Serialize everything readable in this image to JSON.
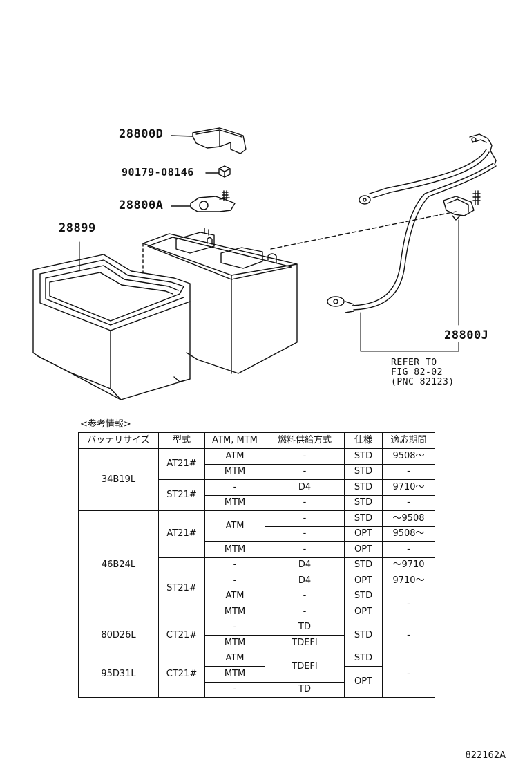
{
  "labels": {
    "p28800D": "28800D",
    "p9017908146": "90179-08146",
    "p28800A": "28800A",
    "p28899": "28899",
    "p28800J": "28800J",
    "refer": "REFER TO\nFIG 82-02\n(PNC 82123)"
  },
  "table": {
    "caption": "<参考情報>",
    "headers": [
      "バッテリサイズ",
      "型式",
      "ATM, MTM",
      "燃料供給方式",
      "仕様",
      "適応期間"
    ],
    "rows": [
      {
        "size": "34B19L",
        "model": "AT21#",
        "trans": "ATM",
        "fuel": "-",
        "spec": "STD",
        "period": "9508～"
      },
      {
        "trans": "MTM",
        "fuel": "-",
        "spec": "STD",
        "period": "-"
      },
      {
        "model": "ST21#",
        "trans": "-",
        "fuel": "D4",
        "spec": "STD",
        "period": "9710～"
      },
      {
        "trans": "MTM",
        "fuel": "-",
        "spec": "STD",
        "period": "-"
      },
      {
        "size": "46B24L",
        "model": "AT21#",
        "trans": "ATM",
        "fuel": "-",
        "spec": "STD",
        "period": "～9508"
      },
      {
        "fuel": "-",
        "spec": "OPT",
        "period": "9508～"
      },
      {
        "trans": "MTM",
        "fuel": "-",
        "spec": "OPT",
        "period": "-"
      },
      {
        "model": "ST21#",
        "trans": "-",
        "fuel": "D4",
        "spec": "STD",
        "period": "～9710"
      },
      {
        "trans": "-",
        "fuel": "D4",
        "spec": "OPT",
        "period": "9710～"
      },
      {
        "trans": "ATM",
        "fuel": "-",
        "spec": "STD",
        "period": "-"
      },
      {
        "trans": "MTM",
        "fuel": "-",
        "spec": "OPT"
      },
      {
        "size": "80D26L",
        "model": "CT21#",
        "trans": "-",
        "fuel": "TD",
        "spec": "STD",
        "period": "-"
      },
      {
        "trans": "MTM",
        "fuel": "TDEFI"
      },
      {
        "size": "95D31L",
        "model": "CT21#",
        "trans": "ATM",
        "fuel": "TDEFI",
        "spec": "STD",
        "period": "-"
      },
      {
        "trans": "MTM",
        "spec": "OPT"
      },
      {
        "trans": "-",
        "fuel": "TD"
      }
    ]
  },
  "drawing_id": "822162A"
}
